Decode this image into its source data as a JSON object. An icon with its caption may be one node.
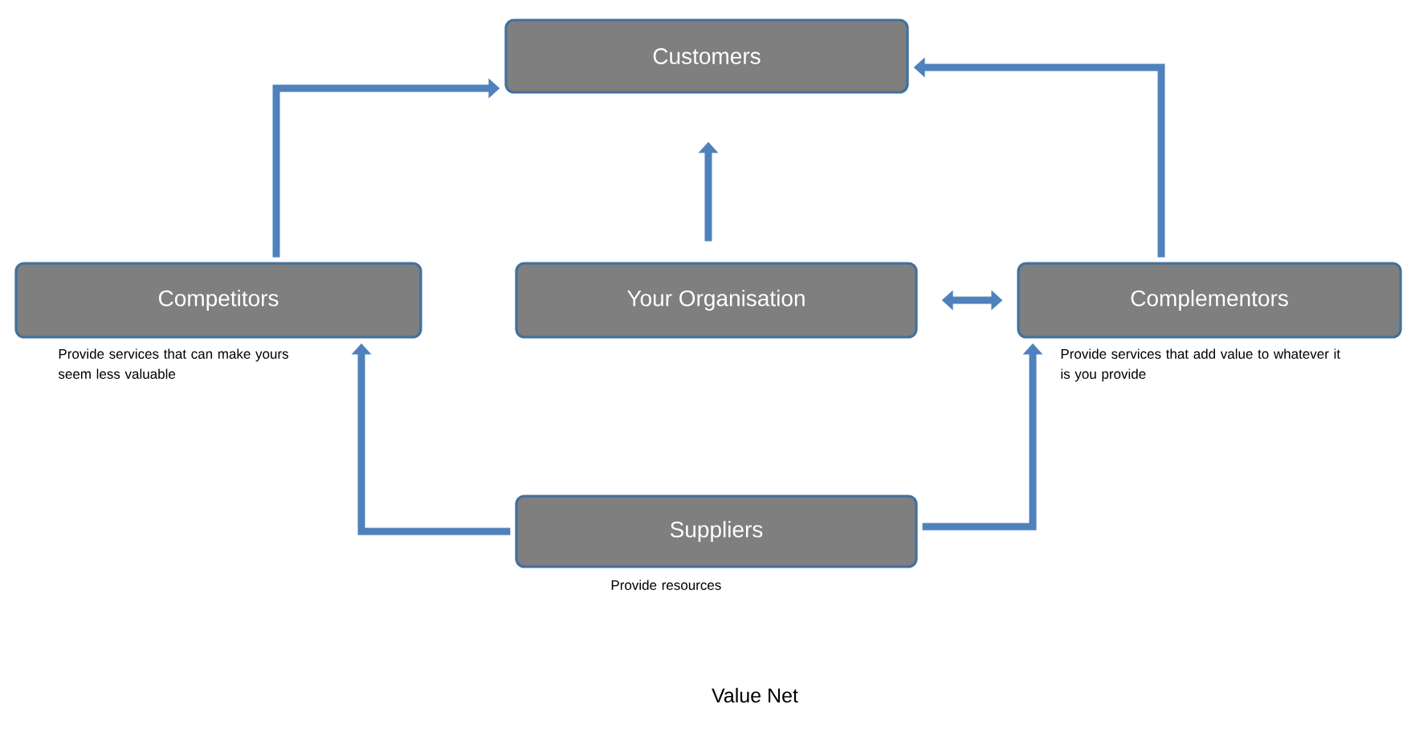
{
  "diagram": {
    "caption": "Value Net",
    "nodes": [
      {
        "text": [
          "Customers"
        ]
      },
      {
        "text": [
          "Competitors"
        ],
        "beside": [
          "Provide services that can make yours seem less valuable"
        ]
      },
      {
        "text": [
          "Your Organisation"
        ]
      },
      {
        "text": [
          "Complementors"
        ],
        "beside": [
          "Provide services that add value to whatever it is you provide"
        ]
      },
      {
        "text": [
          "Suppliers"
        ],
        "beside": [
          "Provide resources"
        ]
      }
    ],
    "edges": [
      {
        "from": 1,
        "to": 0,
        "arrow": "to"
      },
      {
        "from": 3,
        "to": 0,
        "arrow": "to"
      },
      {
        "from": 2,
        "to": 0,
        "arrow": "to"
      },
      {
        "from": 2,
        "to": 3,
        "arrow": "both"
      },
      {
        "from": 4,
        "to": 1,
        "arrow": "to"
      },
      {
        "from": 4,
        "to": 3,
        "arrow": "to"
      }
    ]
  }
}
